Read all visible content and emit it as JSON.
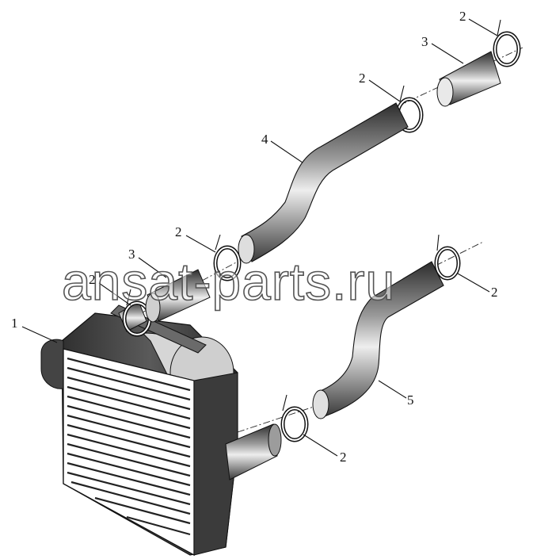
{
  "watermark": "ansat-parts.ru",
  "callouts": [
    {
      "id": "c1",
      "label": "1"
    },
    {
      "id": "c2a",
      "label": "2"
    },
    {
      "id": "c3a",
      "label": "3"
    },
    {
      "id": "c2b",
      "label": "2"
    },
    {
      "id": "c4",
      "label": "4"
    },
    {
      "id": "c2c",
      "label": "2"
    },
    {
      "id": "c3b",
      "label": "3"
    },
    {
      "id": "c2d",
      "label": "2"
    },
    {
      "id": "c2e",
      "label": "2"
    },
    {
      "id": "c5",
      "label": "5"
    },
    {
      "id": "c2f",
      "label": "2"
    }
  ],
  "colors": {
    "line": "#111111",
    "shade_dark": "#3a3a3a",
    "shade_light": "#e6e6e6",
    "background": "#ffffff"
  }
}
